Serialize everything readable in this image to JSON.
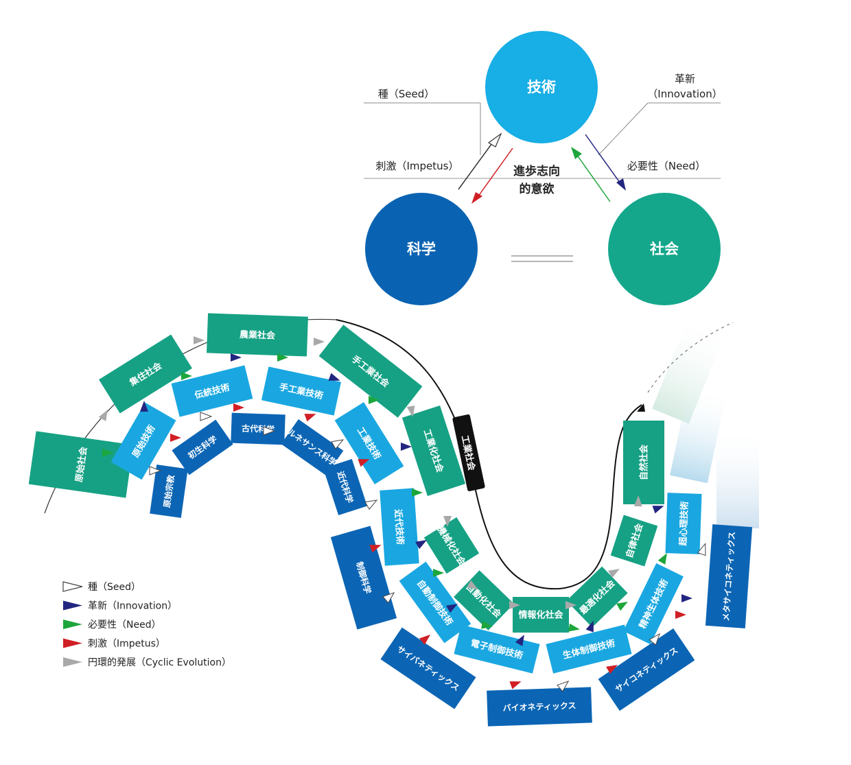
{
  "triad": {
    "tech_label": "技術",
    "science_label": "科学",
    "society_label": "社会",
    "seed_label": "種（Seed）",
    "innovation_label_1": "革新",
    "innovation_label_2": "（Innovation）",
    "impetus_label": "刺激（Impetus）",
    "need_label": "必要性（Need）",
    "center_label_1": "進歩志向",
    "center_label_2": "的意欲"
  },
  "colors": {
    "tech": "#18aee6",
    "science": "#0a63b2",
    "society": "#14a78c",
    "seg_society": "#16a184",
    "seg_tech": "#1aa7e1",
    "seg_science": "#0c65b4",
    "seed_arrow": "#ffffff",
    "innovation_arrow": "#232680",
    "need_arrow": "#1da63c",
    "impetus_arrow": "#d01f25",
    "cyclic_arrow": "#a9a9a9"
  },
  "legend": [
    {
      "label": "種（Seed）",
      "color": "#ffffff"
    },
    {
      "label": "革新（Innovation）",
      "color": "#232680"
    },
    {
      "label": "必要性（Need）",
      "color": "#1da63c"
    },
    {
      "label": "刺激（Impetus）",
      "color": "#d01f25"
    },
    {
      "label": "円環的発展（Cyclic Evolution）",
      "color": "#a9a9a9"
    }
  ],
  "spiral": {
    "industrial_society_tag": "工業社会",
    "outer_ring": [
      "原始社会",
      "集住社会",
      "農業社会",
      "手工業社会",
      "工業化社会",
      "機械化社会",
      "自動化社会",
      "情報化社会",
      "最適化社会",
      "自律社会",
      "自然社会"
    ],
    "middle_ring": [
      "原始技術",
      "伝統技術",
      "手工業技術",
      "工業技術",
      "近代技術",
      "自動制御技術",
      "電子制御技術",
      "生体制御技術",
      "精神生体技術",
      "超心理技術"
    ],
    "inner_ring": [
      "原始宗教",
      "初生科学",
      "古代科学",
      "ルネサンス科学",
      "近代科学",
      "制御科学",
      "サイバネティックス",
      "バイオネティックス",
      "サイコネティックス",
      "メタサイコネティックス"
    ]
  }
}
